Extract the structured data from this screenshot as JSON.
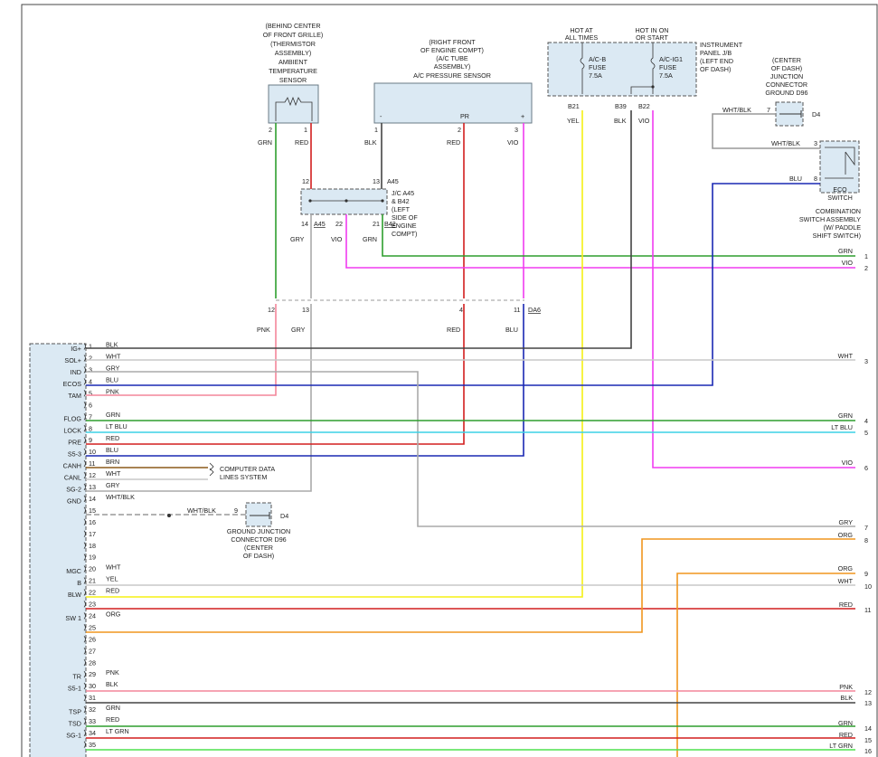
{
  "colors": {
    "BLK": "#444444",
    "WHT": "#c8c8c8",
    "GRY": "#aaaaaa",
    "BLU": "#1a28b4",
    "PNK": "#f4869a",
    "GRN": "#2e9e2e",
    "LTBLU": "#3cd2e6",
    "RED": "#d21e1e",
    "BRN": "#8b5a1a",
    "YEL": "#f5f014",
    "ORG": "#f0961e",
    "VIO": "#f03cf0",
    "LTGRN": "#4ee24e",
    "WHTBLK": "#999999"
  },
  "ambient": {
    "lines": [
      "(BEHIND CENTER",
      "OF FRONT GRILLE)",
      "(THERMISTOR",
      "ASSEMBLY)",
      "AMBIENT",
      "TEMPERATURE",
      "SENSOR"
    ],
    "pin_a": "2",
    "pin_b": "1",
    "wire_a": "GRN",
    "wire_b": "RED"
  },
  "pressure": {
    "lines": [
      "(RIGHT FRONT",
      "OF ENGINE COMPT)",
      "(A/C TUBE",
      "ASSEMBLY)",
      "A/C PRESSURE SENSOR"
    ],
    "minus": "-",
    "pr": "PR",
    "plus": "+",
    "pin1": "1",
    "pin2": "2",
    "pin3": "3",
    "w1": "BLK",
    "w2": "RED",
    "w3": "VIO"
  },
  "jb": {
    "hot_always": [
      "HOT AT",
      "ALL TIMES"
    ],
    "hot_on": [
      "HOT IN ON",
      "OR START"
    ],
    "fuse_a": [
      "A/C-B",
      "FUSE",
      "7.5A"
    ],
    "fuse_b": [
      "A/C-IG1",
      "FUSE",
      "7.5A"
    ],
    "panel": [
      "INSTRUMENT",
      "PANEL J/B",
      "(LEFT END",
      "OF DASH)"
    ],
    "pin_b21": "B21",
    "pin_b39": "B39",
    "pin_b22": "B22",
    "w_b21": "YEL",
    "w_b39": "BLK",
    "w_b22": "VIO"
  },
  "gnd_top": {
    "lines": [
      "(CENTER",
      "OF DASH)",
      "JUNCTION",
      "CONNECTOR",
      "GROUND D96"
    ],
    "wire": "WHT/BLK",
    "pin": "7",
    "conn": "D4"
  },
  "eco": {
    "label": [
      "ECO",
      "SWITCH"
    ],
    "assembly": [
      "COMBINATION",
      "SWITCH ASSEMBLY",
      "(W/ PADDLE",
      "SHIFT SWITCH)"
    ],
    "pin3": "3",
    "pin8": "8",
    "w3": "WHT/BLK",
    "w8": "BLU"
  },
  "jc": {
    "label": [
      "J/C A45",
      "& B42",
      "(LEFT",
      "SIDE OF",
      "ENGINE",
      "COMPT)"
    ],
    "p12": "12",
    "p13": "13",
    "a45top": "A45",
    "p14": "14",
    "a45": "A45",
    "p22": "22",
    "p21": "21",
    "b42": "B42",
    "w14": "GRY",
    "w22": "VIO",
    "w21": "GRN"
  },
  "da6": {
    "conn": "DA6",
    "p12": "12",
    "p13": "13",
    "p4": "4",
    "p11": "11",
    "w12": "PNK",
    "w13": "GRY",
    "w4": "RED",
    "w11": "BLU"
  },
  "ecu_labels": {
    "1": "IG+",
    "2": "SOL+",
    "3": "IND",
    "4": "ECOS",
    "5": "TAM",
    "7": "FLOG",
    "8": "LOCK",
    "9": "PRE",
    "10": "S5-3",
    "11": "CANH",
    "12": "CANL",
    "13": "SG-2",
    "14": "GND",
    "20": "MGC",
    "21": "B",
    "22": "BLW",
    "24": "SW 1",
    "29": "TR",
    "30": "S5-1",
    "32": "TSP",
    "33": "TSD",
    "34": "SG-1"
  },
  "ecu_wires": {
    "1": "BLK",
    "2": "WHT",
    "3": "GRY",
    "4": "BLU",
    "5": "PNK",
    "7": "GRN",
    "8": "LT BLU",
    "9": "RED",
    "10": "BLU",
    "11": "BRN",
    "12": "WHT",
    "13": "GRY",
    "14": "WHT/BLK",
    "20": "WHT",
    "21": "YEL",
    "22": "RED",
    "24": "ORG",
    "29": "PNK",
    "30": "BLK",
    "32": "GRN",
    "33": "RED",
    "34": "LT GRN"
  },
  "can": [
    "COMPUTER DATA",
    "LINES SYSTEM"
  ],
  "gnd_bottom": {
    "wire": "WHT/BLK",
    "pin": "9",
    "conn": "D4",
    "lines": [
      "GROUND JUNCTION",
      "CONNECTOR D96",
      "(CENTER",
      "OF DASH)"
    ]
  },
  "right_outputs": [
    {
      "n": "1",
      "w": "GRN"
    },
    {
      "n": "2",
      "w": "VIO"
    },
    {
      "n": "3",
      "w": "WHT"
    },
    {
      "n": "4",
      "w": "GRN"
    },
    {
      "n": "5",
      "w": "LT BLU"
    },
    {
      "n": "6",
      "w": "VIO"
    },
    {
      "n": "7",
      "w": "GRY"
    },
    {
      "n": "8",
      "w": "ORG"
    },
    {
      "n": "9",
      "w": "ORG"
    },
    {
      "n": "10",
      "w": "WHT"
    },
    {
      "n": "11",
      "w": "RED"
    },
    {
      "n": "12",
      "w": "PNK"
    },
    {
      "n": "13",
      "w": "BLK"
    },
    {
      "n": "14",
      "w": "GRN"
    },
    {
      "n": "15",
      "w": "RED"
    },
    {
      "n": "16",
      "w": "LT GRN"
    }
  ]
}
